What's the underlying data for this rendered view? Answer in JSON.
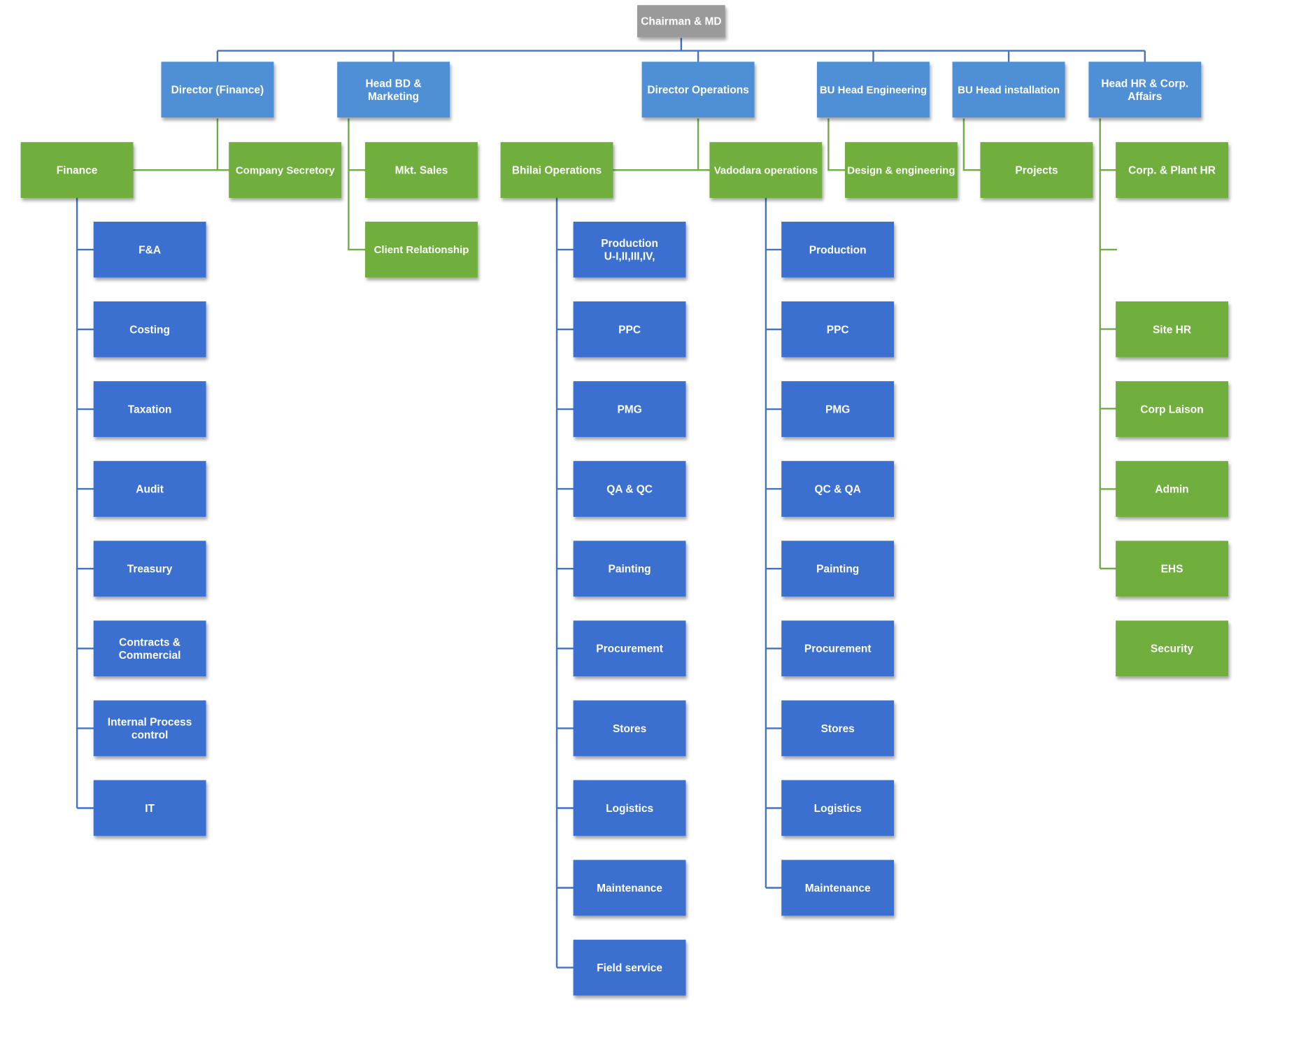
{
  "title": "",
  "colors": {
    "root_fill": "#9a9a9a",
    "level1_fill": "#4f8fd6",
    "green_fill": "#6fae3e",
    "blue_fill": "#3a6fd0",
    "blue_line": "#4472c4",
    "green_line": "#70ad47"
  },
  "nodes": {
    "root": "Chairman & MD",
    "dir_finance": "Director (Finance)",
    "head_bd": "Head BD & Marketing",
    "dir_ops": "Director Operations",
    "bu_eng": "BU Head Engineering",
    "bu_inst": "BU Head installation",
    "head_hr": "Head HR & Corp. Affairs",
    "finance": "Finance",
    "company_sec": "Company Secretory",
    "mkt_sales": "Mkt. Sales",
    "client_rel": "Client Relationship",
    "bhilai": "Bhilai Operations",
    "vadodara": "Vadodara operations",
    "design_eng": "Design & engineering",
    "projects": "Projects",
    "corp_plant_hr": "Corp. & Plant HR"
  },
  "finance_items": [
    "F&A",
    "Costing",
    "Taxation",
    "Audit",
    "Treasury",
    "Contracts & Commercial",
    "Internal Process control",
    "IT"
  ],
  "bhilai_items": [
    "Production U-I,II,III,IV,",
    "PPC",
    "PMG",
    "QA & QC",
    "Painting",
    "Procurement",
    "Stores",
    "Logistics",
    "Maintenance",
    "Field service"
  ],
  "vadodara_items": [
    "Production",
    "PPC",
    "PMG",
    "QC & QA",
    "Painting",
    "Procurement",
    "Stores",
    "Logistics",
    "Maintenance"
  ],
  "hr_items": [
    "Site HR",
    "Corp Laison",
    "Admin",
    "EHS",
    "Security"
  ]
}
